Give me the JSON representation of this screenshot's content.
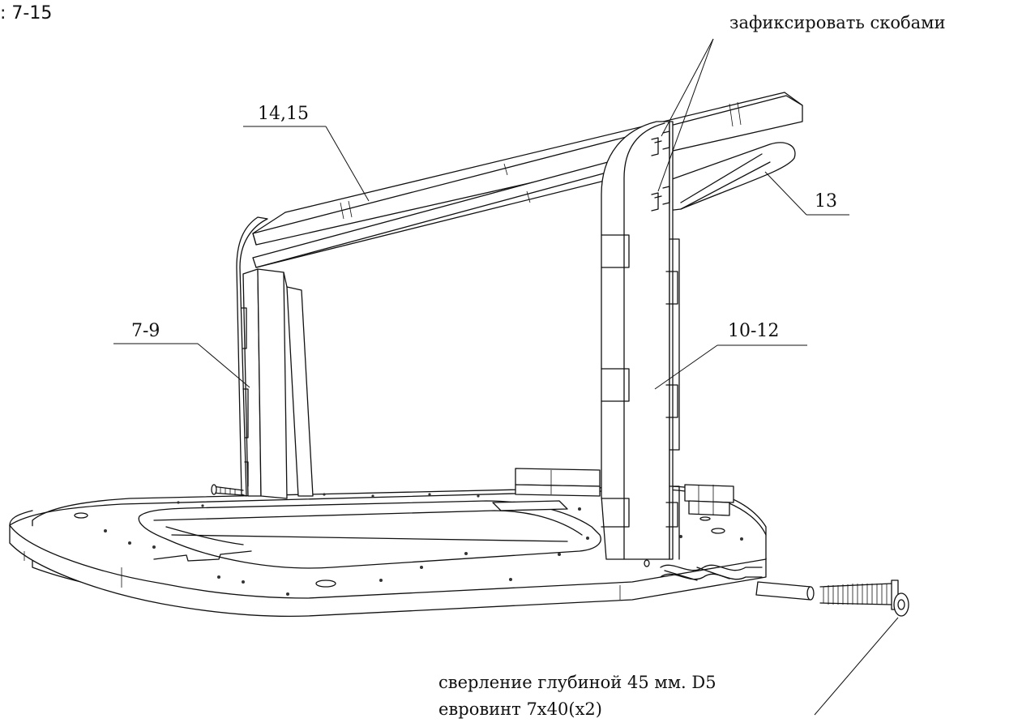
{
  "header_fragment": ": 7-15",
  "labels": {
    "top_left_rail": "14,15",
    "right_arc": "13",
    "left_side": "7-9",
    "right_side": "10-12",
    "fix_note": "зафиксировать скобами"
  },
  "note": {
    "line1": "сверление глубиной 45 мм. D5",
    "line2": "евровинт 7х40(х2)"
  }
}
